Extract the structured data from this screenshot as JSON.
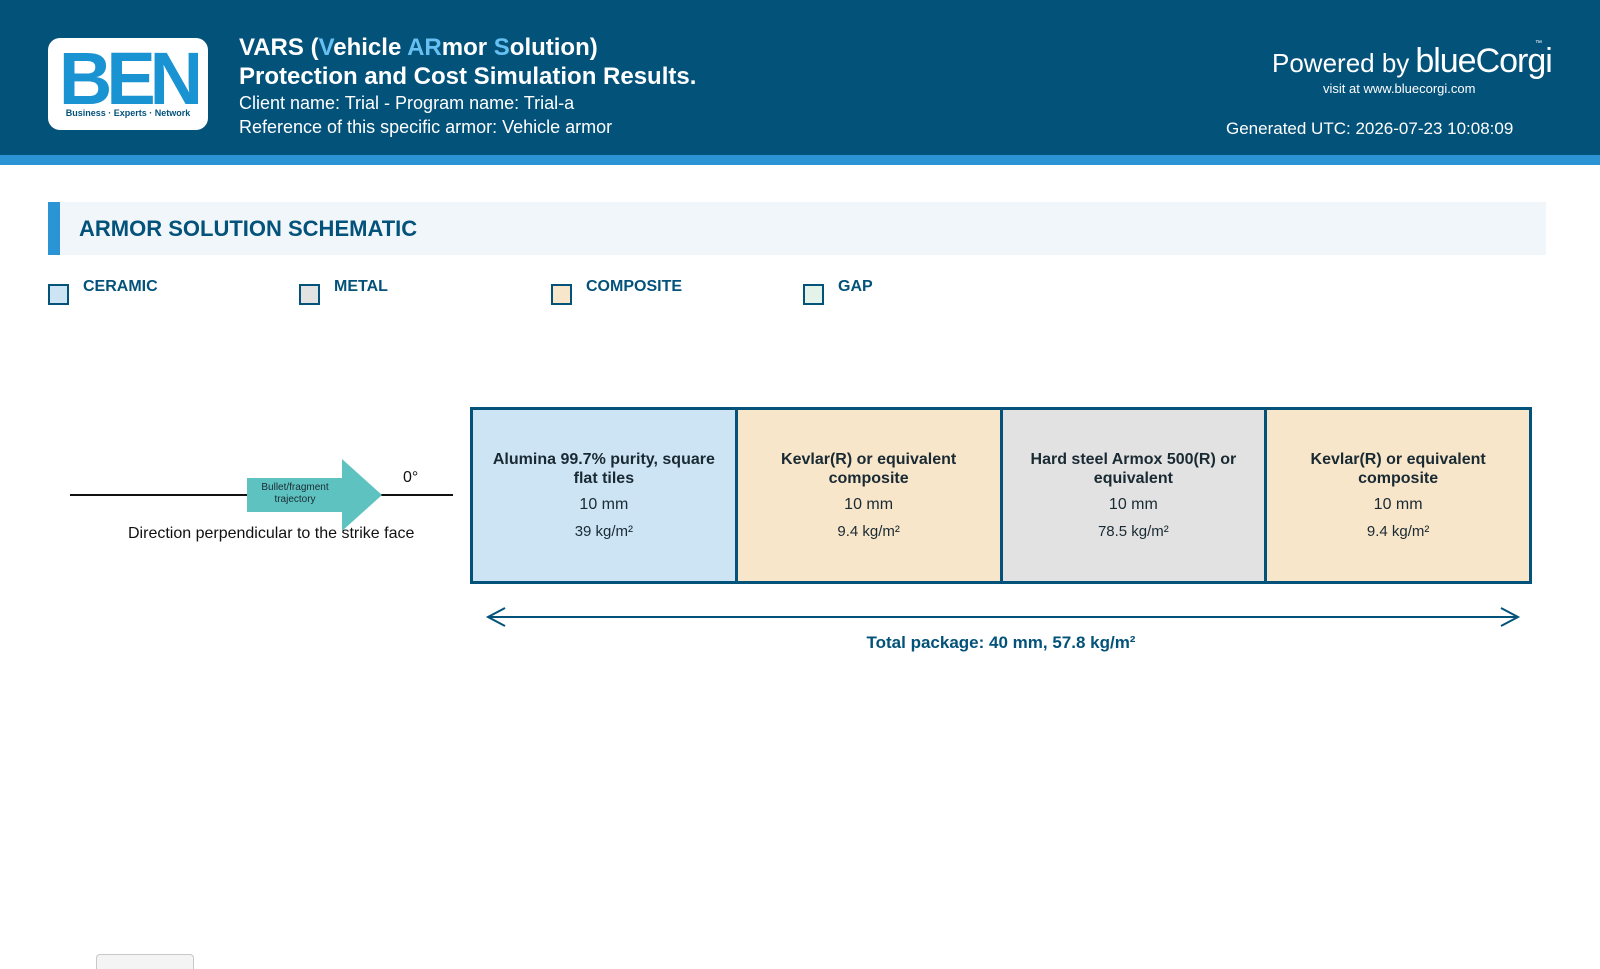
{
  "header": {
    "logo": {
      "letters": "BEN",
      "tagline": "Business · Experts · Network"
    },
    "title_line1_parts": [
      "VARS (",
      "V",
      "ehicle ",
      "AR",
      "mor ",
      "S",
      "olution)"
    ],
    "title_line2": "Protection and Cost Simulation Results.",
    "client_line": "Client name: Trial - Program name: Trial-a",
    "reference_line": "Reference of this specific armor: Vehicle armor",
    "powered_by": "Powered by",
    "brand": "blueCorgi",
    "trademark": "™",
    "visit": "visit at www.bluecorgi.com",
    "generated": "Generated UTC: 2026-07-23 10:08:09",
    "colors": {
      "background": "#03527a",
      "stripe": "#2b94d4",
      "highlight": "#66c0f2"
    }
  },
  "section": {
    "title": "ARMOR SOLUTION SCHEMATIC"
  },
  "legend": [
    {
      "label": "CERAMIC",
      "color": "#cde4f5"
    },
    {
      "label": "METAL",
      "color": "#e2e2e2"
    },
    {
      "label": "COMPOSITE",
      "color": "#f8e6cb"
    },
    {
      "label": "GAP",
      "color": "#e4f3ea"
    }
  ],
  "trajectory": {
    "arrow_label": "Bullet/fragment trajectory",
    "angle": "0°",
    "direction": "Direction perpendicular to the strike face",
    "arrow_color": "#5ec3c0"
  },
  "layers": [
    {
      "name": "Alumina 99.7% purity, square flat tiles",
      "thickness": "10 mm",
      "areal_density": "39 kg/m²",
      "color": "#cde4f5"
    },
    {
      "name": "Kevlar(R) or equivalent composite",
      "thickness": "10 mm",
      "areal_density": "9.4 kg/m²",
      "color": "#f8e6cb"
    },
    {
      "name": "Hard steel Armox 500(R) or equivalent",
      "thickness": "10 mm",
      "areal_density": "78.5 kg/m²",
      "color": "#e2e2e2"
    },
    {
      "name": "Kevlar(R) or equivalent composite",
      "thickness": "10 mm",
      "areal_density": "9.4 kg/m²",
      "color": "#f8e6cb"
    }
  ],
  "total": {
    "label": "Total package: 40 mm, 57.8 kg/m²"
  }
}
